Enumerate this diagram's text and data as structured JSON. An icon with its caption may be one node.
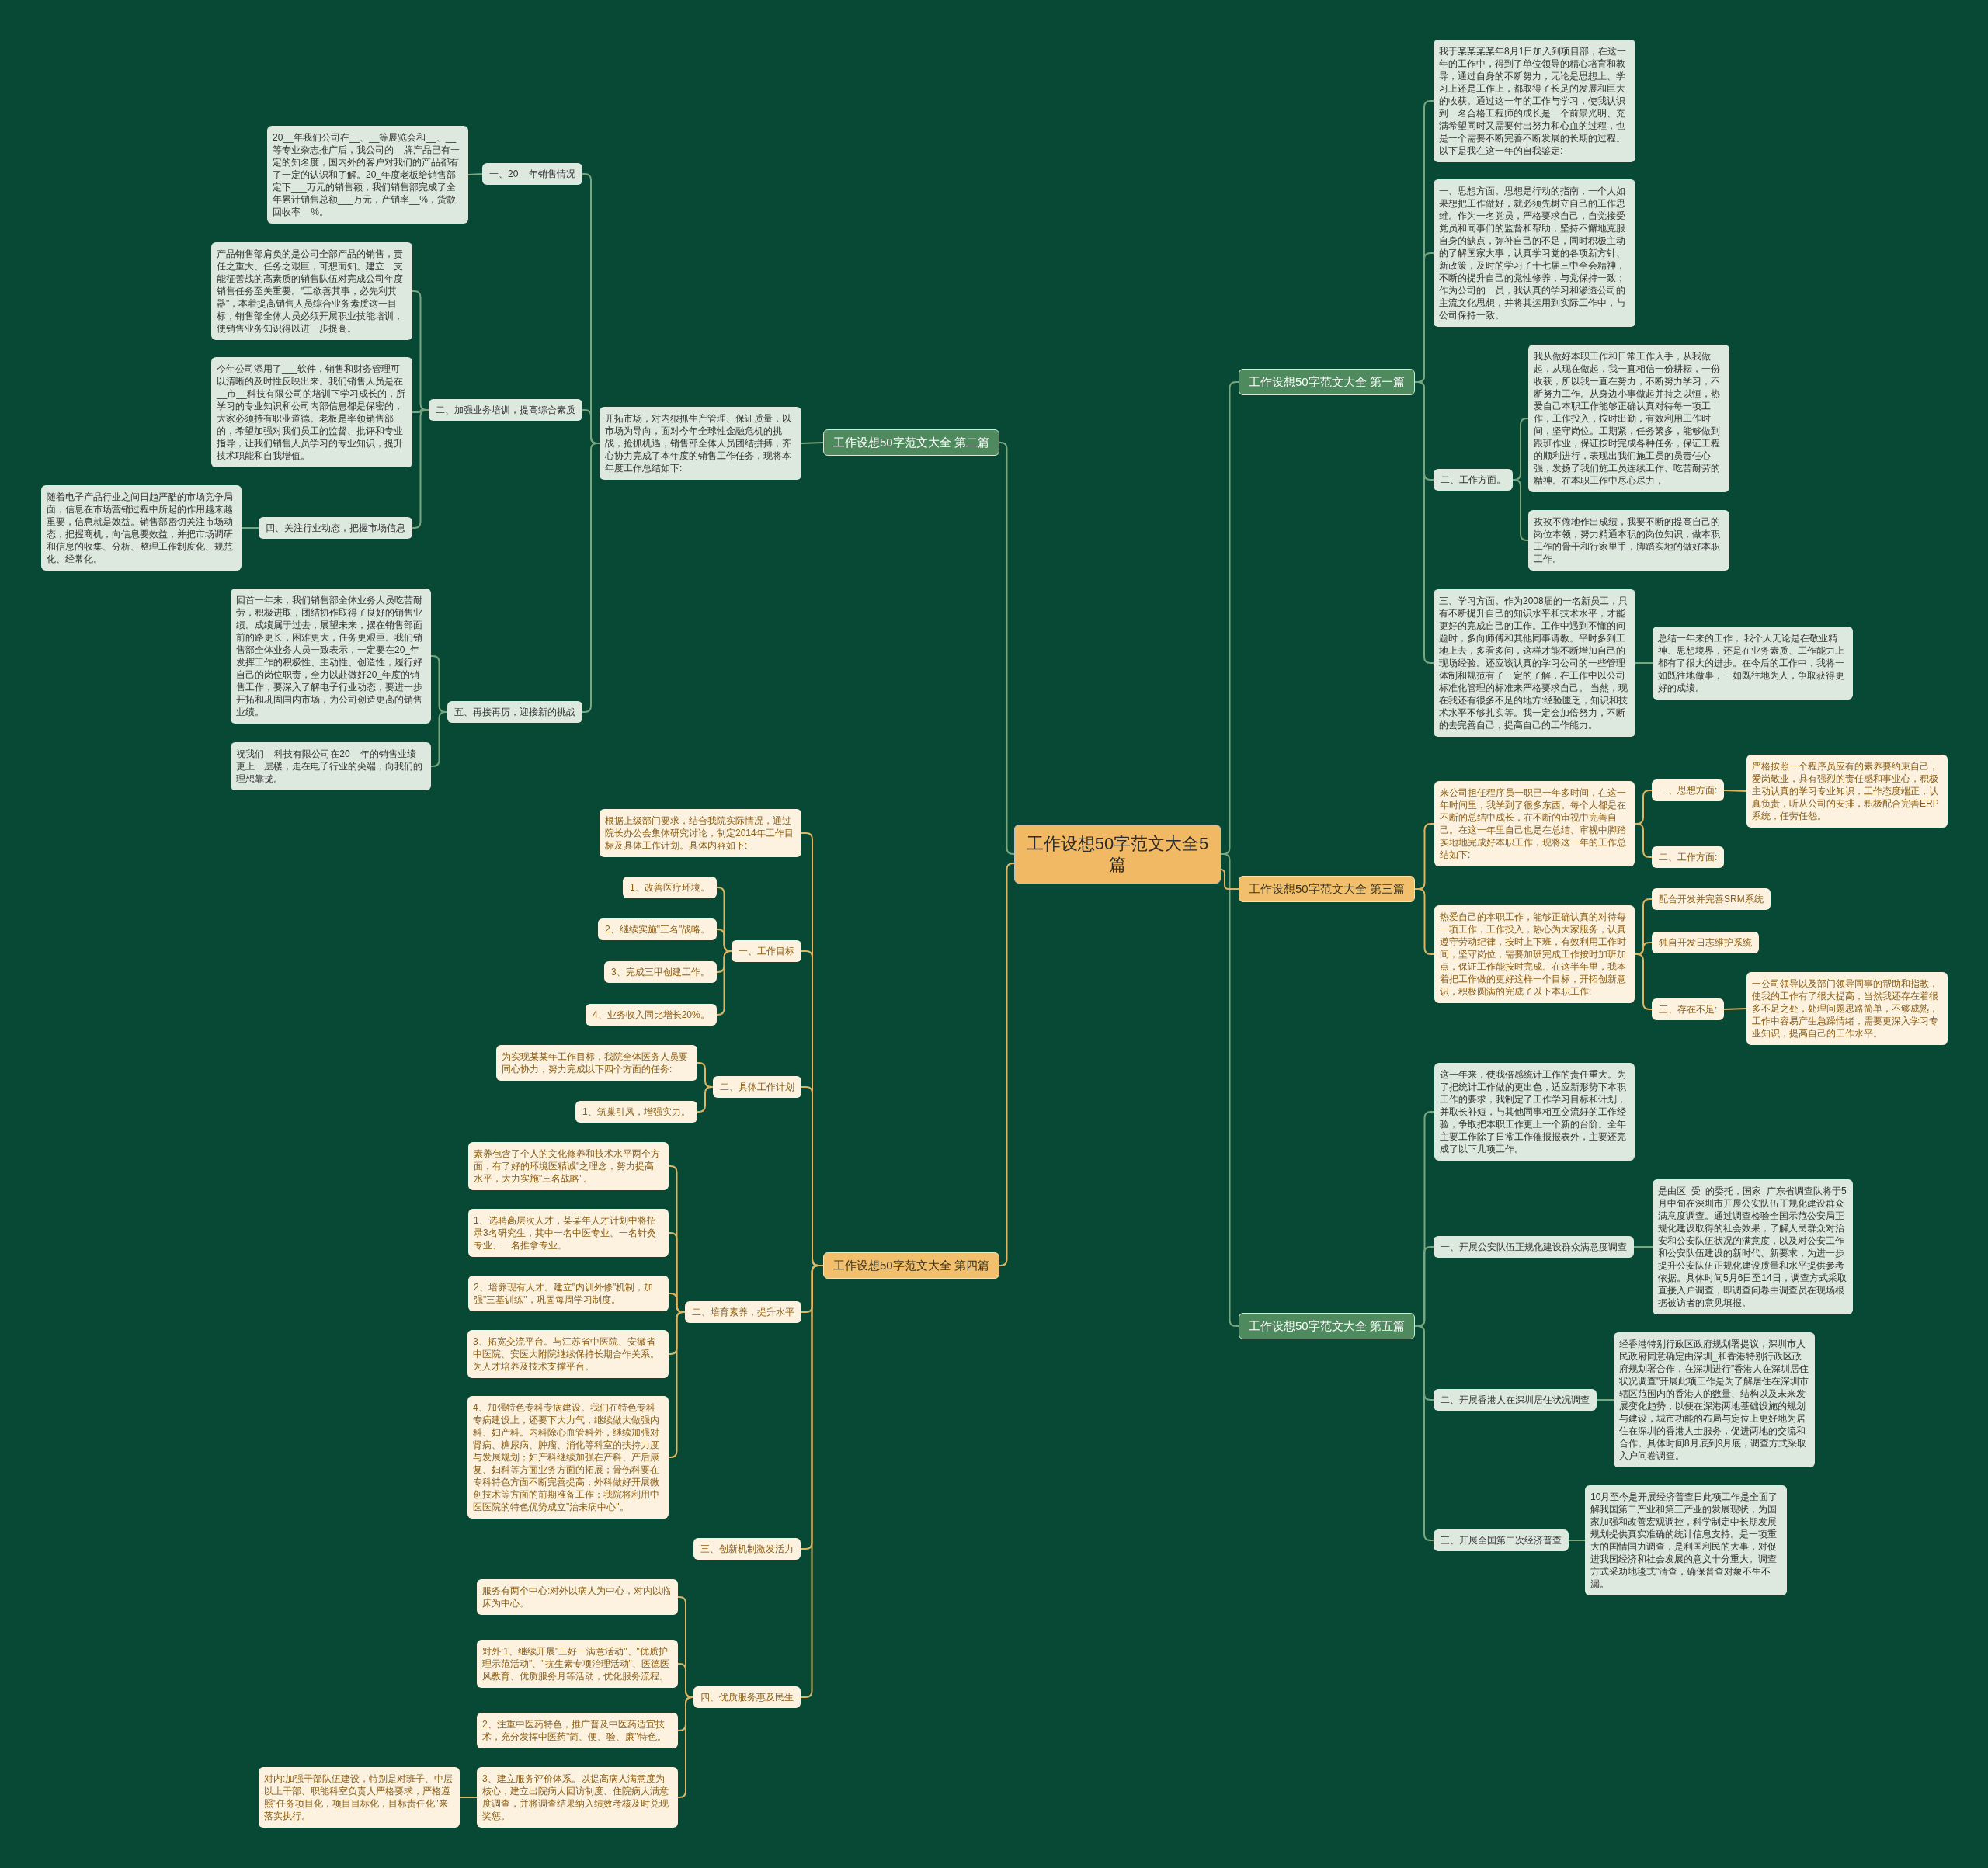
{
  "diagram": {
    "nodes": [
      {
        "text": [
          "工作设想50字范文大全5篇"
        ]
      },
      {
        "text": [
          "工作设想50字范文大全 第一篇"
        ]
      },
      {
        "text": [
          "我于某某某某年8月1日加入到项目部，在这一年的工作中，得到了单位领导的精心培育和教导，通过自身的不断努力，无论是思想上、学习上还是工作上，都取得了长足的发展和巨大的收获。通过这一年的工作与学习，使我认识到一名合格工程师的成长是一个前景光明、充满希望同时又需要付出努力和心血的过程，也是一个需要不断完善不断发展的长期的过程。以下是我在这一年的自我鉴定:"
        ]
      },
      {
        "text": [
          "一、思想方面。思想是行动的指南，一个人如果想把工作做好，就必须先树立自己的工作思维。作为一名党员，严格要求自己，自觉接受党员和同事们的监督和帮助，坚持不懈地克服自身的缺点，弥补自己的不足，同时积极主动的了解国家大事，认真学习党的各项新方针、新政策，及时的学习了十七届三中全会精神，不断的提升自己的党性修养，与党保持一致；作为公司的一员，我认真的学习和渗透公司的主流文化思想，并将其运用到实际工作中，与公司保持一致。"
        ]
      },
      {
        "text": [
          "二、工作方面。"
        ]
      },
      {
        "text": [
          "我从做好本职工作和日常工作入手，从我做起，从现在做起，我一直相信一份耕耘，一份收获，所以我一直在努力，不断努力学习，不断努力工作。从身边小事做起并持之以恒，热爱自己本职工作能够正确认真对待每一项工作，工作投入，按时出勤，有效利用工作时间，坚守岗位。工期紧，任务繁多，能够做到跟班作业，保证按时完成各种任务，保证工程的顺利进行，表现出我们施工员的员责任心强，发扬了我们施工员连续工作、吃苦耐劳的精神。在本职工作中尽心尽力，"
        ]
      },
      {
        "text": [
          "孜孜不倦地作出成绩，我要不断的提高自己的岗位本领，努力精通本职的岗位知识，做本职工作的骨干和行家里手，脚踏实地的做好本职工作。"
        ]
      },
      {
        "text": [
          "三、学习方面。作为2008届的一名新员工，只有不断提升自己的知识水平和技术水平，才能更好的完成自己的工作。工作中遇到不懂的问题时，多向师傅和其他同事请教。平时多到工地上去，多看多问，这样才能不断增加自己的现场经验。还应该认真的学习公司的一些管理体制和规范有了一定的了解，在工作中以公司标准化管理的标准来严格要求自己。 当然，现在我还有很多不足的地方:经验匮乏，知识和技术水平不够扎实等。我一定会加倍努力，不断的去完善自己，提高自己的工作能力。"
        ]
      },
      {
        "text": [
          "总结一年来的工作， 我个人无论是在敬业精神、思想境界，还是在业务素质、工作能力上都有了很大的进步。在今后的工作中，我将一如既往地做事，一如既往地为人，争取获得更好的成绩。"
        ]
      },
      {
        "text": [
          "工作设想50字范文大全 第二篇"
        ]
      },
      {
        "text": [
          "开拓市场，对内狠抓生产管理、保证质量，以市场为导向，面对今年全球性金融危机的挑战，抢抓机遇，销售部全体人员团结拼搏，齐心协力完成了本年度的销售工作任务，现将本年度工作总结如下:"
        ]
      },
      {
        "text": [
          "一、20__年销售情况"
        ]
      },
      {
        "text": [
          "20__年我们公司在__、__等展览会和__、__等专业杂志推广后，我公司的__牌产品已有一定的知名度，国内外的客户对我们的产品都有了一定的认识和了解。20_年度老板给销售部定下___万元的销售额，我们销售部完成了全年累计销售总额___万元，产销率__%，货款回收率__%。"
        ]
      },
      {
        "text": [
          "二、加强业务培训，提高综合素质"
        ]
      },
      {
        "text": [
          "产品销售部肩负的是公司全部产品的销售，责任之重大、任务之艰巨，可想而知。建立一支能征善战的高素质的销售队伍对完成公司年度销售任务至关重要。\"工欲善其事，必先利其器\"，本着提高销售人员综合业务素质这一目标，销售部全体人员必须开展职业技能培训，使销售业务知识得以进一步提高。"
        ]
      },
      {
        "text": [
          "今年公司添用了___软件，销售和财务管理可以清晰的及时性反映出来。我们销售人员是在__市__科技有限公司的培训下学习成长的，所学习的专业知识和公司内部信息都是保密的，大家必须持有职业道德。老板是率领销售部的，希望加强对我们员工的监督、批评和专业指导，让我们销售人员学习的专业知识，提升技术职能和自我增值。"
        ]
      },
      {
        "text": [
          "四、关注行业动态，把握市场信息"
        ]
      },
      {
        "text": [
          "随着电子产品行业之间日趋严酷的市场竞争局面，信息在市场营销过程中所起的作用越来越重要，信息就是效益。销售部密切关注市场动态，把握商机，向信息要效益，并把市场调研和信息的收集、分析、整理工作制度化、规范化、经常化。"
        ]
      },
      {
        "text": [
          "五、再接再厉，迎接新的挑战"
        ]
      },
      {
        "text": [
          "回首一年来，我们销售部全体业务人员吃苦耐劳，积极进取，团结协作取得了良好的销售业绩。成绩属于过去，展望未来，摆在销售部面前的路更长，困难更大，任务更艰巨。我们销售部全体业务人员一致表示，一定要在20_年发挥工作的积极性、主动性、创造性，履行好自己的岗位职责，全力以赴做好20_年度的销售工作，要深入了解电子行业动态，要进一步开拓和巩固国内市场，为公司创造更高的销售业绩。"
        ]
      },
      {
        "text": [
          "祝我们__科技有限公司在20__年的销售业绩更上一层楼，走在电子行业的尖端，向我们的理想靠拢。"
        ]
      },
      {
        "text": [
          "工作设想50字范文大全 第三篇"
        ]
      },
      {
        "text": [
          "来公司担任程序员一职已一年多时间，在这一年时间里，我学到了很多东西。每个人都是在不断的总结中成长，在不断的审视中完善自己。在这一年里自己也是在总结、审视中脚踏实地地完成好本职工作，现将这一年的工作总结如下:"
        ]
      },
      {
        "text": [
          "一、思想方面:"
        ]
      },
      {
        "text": [
          "严格按照一个程序员应有的素养要约束自己，爱岗敬业，具有强烈的责任感和事业心，积极主动认真的学习专业知识，工作态度端正，认真负责，听从公司的安排，积极配合完善ERP系统，任劳任怨。"
        ]
      },
      {
        "text": [
          "二、工作方面:"
        ]
      },
      {
        "text": [
          "热爱自己的本职工作，能够正确认真的对待每一项工作，工作投入，热心为大家服务，认真遵守劳动纪律，按时上下班，有效利用工作时间，坚守岗位，需要加班完成工作按时加班加点，保证工作能按时完成。在这半年里，我本着把工作做的更好这样一个目标，开拓创新意识，积极圆满的完成了以下本职工作:"
        ]
      },
      {
        "text": [
          "配合开发并完善SRM系统"
        ]
      },
      {
        "text": [
          "独自开发日志维护系统"
        ]
      },
      {
        "text": [
          "三、存在不足:"
        ]
      },
      {
        "text": [
          "一公司领导以及部门领导同事的帮助和指教，使我的工作有了很大提高，当然我还存在着很多不足之处，处理问题思路简单，不够成熟，工作中容易产生急躁情绪，需要更深入学习专业知识，提高自己的工作水平。"
        ]
      },
      {
        "text": [
          "工作设想50字范文大全 第五篇"
        ]
      },
      {
        "text": [
          "这一年来，使我倍感统计工作的责任重大。为了把统计工作做的更出色，适应新形势下本职工作的要求，我制定了工作学习目标和计划，并取长补短，与其他同事相互交流好的工作经验，争取把本职工作更上一个新的台阶。全年主要工作除了日常工作催报报表外，主要还完成了以下几项工作。"
        ]
      },
      {
        "text": [
          "一、开展公安队伍正规化建设群众满意度调查"
        ]
      },
      {
        "text": [
          "是由区_受_的委托，国家_广东省调查队将于5月中旬在深圳市开展公安队伍正规化建设群众满意度调查。通过调查检验全国示范公安局正规化建设取得的社会效果，了解人民群众对治安和公安队伍状况的满意度，以及对公安工作和公安队伍建设的新时代、新要求，为进一步提升公安队伍正规化建设质量和水平提供参考依据。具体时间5月6日至14日，调查方式采取直接入户调查，即调查问卷由调查员在现场根据被访者的意见填报。"
        ]
      },
      {
        "text": [
          "二、开展香港人在深圳居住状况调查"
        ]
      },
      {
        "text": [
          "经香港特别行政区政府规划署提议，深圳市人民政府同意确定由深圳_和香港特别行政区政府规划署合作，在深圳进行\"香港人在深圳居住状况调查\"开展此项工作是为了解居住在深圳市辖区范围内的香港人的数量、结构以及未来发展变化趋势，以便在深港两地基础设施的规划与建设，城市功能的布局与定位上更好地为居住在深圳的香港人士服务，促进两地的交流和合作。具体时间8月底到9月底，调查方式采取入户问卷调查。"
        ]
      },
      {
        "text": [
          "三、开展全国第二次经济普查"
        ]
      },
      {
        "text": [
          "10月至今是开展经济普查日此项工作是全面了解我国第二产业和第三产业的发展现状，为国家加强和改善宏观调控，科学制定中长期发展规划提供真实准确的统计信息支持。是一项重大的国情国力调查，是利国利民的大事，对促进我国经济和社会发展的意义十分重大。调查方式采劝地毯式\"清查，确保普查对象不生不漏。"
        ]
      },
      {
        "text": [
          "工作设想50字范文大全 第四篇"
        ]
      },
      {
        "text": [
          "根据上级部门要求，结合我院实际情况，通过院长办公会集体研究讨论，制定2014年工作目标及具体工作计划。具体内容如下:"
        ]
      },
      {
        "text": [
          "一、工作目标"
        ]
      },
      {
        "text": [
          "1、改善医疗环境。"
        ]
      },
      {
        "text": [
          "2、继续实施\"三名\"战略。"
        ]
      },
      {
        "text": [
          "3、完成三甲创建工作。"
        ]
      },
      {
        "text": [
          "4、业务收入同比增长20%。"
        ]
      },
      {
        "text": [
          "二、具体工作计划"
        ]
      },
      {
        "text": [
          "为实现某某年工作目标，我院全体医务人员要同心协力，努力完成以下四个方面的任务:"
        ]
      },
      {
        "text": [
          "1、筑巢引凤，增强实力。"
        ]
      },
      {
        "text": [
          "二、培育素养，提升水平"
        ]
      },
      {
        "text": [
          "素养包含了个人的文化修养和技术水平两个方面，有了好的环境医精诚\"之理念，努力提高水平，大力实施\"三名战略\"。"
        ]
      },
      {
        "text": [
          "1、选聘高层次人才，某某年人才计划中将招录3名研究生，其中一名中医专业、一名针灸专业、一名推拿专业。"
        ]
      },
      {
        "text": [
          "2、培养现有人才。建立\"内训外修\"机制，加强\"三基训练\"，巩固每周学习制度。"
        ]
      },
      {
        "text": [
          "3、拓宽交流平台。与江苏省中医院、安徽省中医院、安医大附院继续保持长期合作关系。为人才培养及技术支撑平台。"
        ]
      },
      {
        "text": [
          "4、加强特色专科专病建设。我们在特色专科专病建设上，还要下大力气，继续做大做强内科、妇产科。内科除心血管科外，继续加强对肾病、糖尿病、肿瘤、消化等科室的扶持力度与发展规划；妇产科继续加强在产科、产后康复、妇科等方面业务方面的拓展；骨伤科要在专科特色方面不断完善提高；外科做好开展微创技术等方面的前期准备工作；我院将利用中医医院的特色优势成立\"治未病中心\"。"
        ]
      },
      {
        "text": [
          "三、创新机制激发活力"
        ]
      },
      {
        "text": [
          "四、优质服务惠及民生"
        ]
      },
      {
        "text": [
          "服务有两个中心:对外以病人为中心，对内以临床为中心。"
        ]
      },
      {
        "text": [
          "对外:1、继续开展\"三好一满意活动\"、\"优质护理示范活动\"、\"抗生素专项治理活动\"、医德医风教育、优质服务月等活动，优化服务流程。"
        ]
      },
      {
        "text": [
          "2、注重中医药特色，推广普及中医药适宜技术，充分发挥中医药\"简、便、验、廉\"特色。"
        ]
      },
      {
        "text": [
          "3、建立服务评价体系。以提高病人满意度为核心，建立出院病人回访制度、住院病人满意度调查，并将调查结果纳入绩效考核及时兑现奖惩。"
        ]
      },
      {
        "text": [
          "对内:加强干部队伍建设，特别是对班子、中层以上干部、职能科室负责人严格要求，严格遵照\"任务项目化，项目目标化，目标责任化\"来落实执行。"
        ]
      }
    ],
    "edges": [
      {
        "from": 0,
        "to": 1,
        "arrow": "none",
        "color": "#7aa67f"
      },
      {
        "from": 1,
        "to": 2,
        "arrow": "none",
        "color": "#7aa67f"
      },
      {
        "from": 1,
        "to": 3,
        "arrow": "none",
        "color": "#7aa67f"
      },
      {
        "from": 1,
        "to": 4,
        "arrow": "none",
        "color": "#7aa67f"
      },
      {
        "from": 4,
        "to": 5,
        "arrow": "none",
        "color": "#7aa67f"
      },
      {
        "from": 4,
        "to": 6,
        "arrow": "none",
        "color": "#7aa67f"
      },
      {
        "from": 1,
        "to": 7,
        "arrow": "none",
        "color": "#7aa67f"
      },
      {
        "from": 7,
        "to": 8,
        "arrow": "none",
        "color": "#7aa67f"
      },
      {
        "from": 0,
        "to": 9,
        "arrow": "none",
        "color": "#7aa67f"
      },
      {
        "from": 9,
        "to": 10,
        "arrow": "none",
        "color": "#7aa67f"
      },
      {
        "from": 10,
        "to": 11,
        "arrow": "none",
        "color": "#7aa67f"
      },
      {
        "from": 11,
        "to": 12,
        "arrow": "none",
        "color": "#7aa67f"
      },
      {
        "from": 10,
        "to": 13,
        "arrow": "none",
        "color": "#7aa67f"
      },
      {
        "from": 13,
        "to": 14,
        "arrow": "none",
        "color": "#7aa67f"
      },
      {
        "from": 13,
        "to": 15,
        "arrow": "none",
        "color": "#7aa67f"
      },
      {
        "from": 13,
        "to": 16,
        "arrow": "none",
        "color": "#7aa67f"
      },
      {
        "from": 16,
        "to": 17,
        "arrow": "none",
        "color": "#7aa67f"
      },
      {
        "from": 10,
        "to": 18,
        "arrow": "none",
        "color": "#7aa67f"
      },
      {
        "from": 18,
        "to": 19,
        "arrow": "none",
        "color": "#7aa67f"
      },
      {
        "from": 18,
        "to": 20,
        "arrow": "none",
        "color": "#7aa67f"
      },
      {
        "from": 0,
        "to": 21,
        "arrow": "none"
      },
      {
        "from": 21,
        "to": 22,
        "arrow": "none"
      },
      {
        "from": 22,
        "to": 23,
        "arrow": "none"
      },
      {
        "from": 23,
        "to": 24,
        "arrow": "none"
      },
      {
        "from": 22,
        "to": 25,
        "arrow": "none"
      },
      {
        "from": 21,
        "to": 26,
        "arrow": "none"
      },
      {
        "from": 26,
        "to": 27,
        "arrow": "none"
      },
      {
        "from": 26,
        "to": 28,
        "arrow": "none"
      },
      {
        "from": 26,
        "to": 29,
        "arrow": "none"
      },
      {
        "from": 29,
        "to": 30,
        "arrow": "none"
      },
      {
        "from": 0,
        "to": 31,
        "arrow": "none",
        "color": "#7aa67f"
      },
      {
        "from": 31,
        "to": 32,
        "arrow": "none",
        "color": "#7aa67f"
      },
      {
        "from": 31,
        "to": 33,
        "arrow": "none",
        "color": "#7aa67f"
      },
      {
        "from": 33,
        "to": 34,
        "arrow": "none",
        "color": "#7aa67f"
      },
      {
        "from": 31,
        "to": 35,
        "arrow": "none",
        "color": "#7aa67f"
      },
      {
        "from": 35,
        "to": 36,
        "arrow": "none",
        "color": "#7aa67f"
      },
      {
        "from": 31,
        "to": 37,
        "arrow": "none",
        "color": "#7aa67f"
      },
      {
        "from": 37,
        "to": 38,
        "arrow": "none",
        "color": "#7aa67f"
      },
      {
        "from": 0,
        "to": 39,
        "arrow": "none"
      },
      {
        "from": 39,
        "to": 40,
        "arrow": "none"
      },
      {
        "from": 39,
        "to": 41,
        "arrow": "none"
      },
      {
        "from": 41,
        "to": 42,
        "arrow": "none"
      },
      {
        "from": 41,
        "to": 43,
        "arrow": "none"
      },
      {
        "from": 41,
        "to": 44,
        "arrow": "none"
      },
      {
        "from": 41,
        "to": 45,
        "arrow": "none"
      },
      {
        "from": 39,
        "to": 46,
        "arrow": "none"
      },
      {
        "from": 46,
        "to": 47,
        "arrow": "none"
      },
      {
        "from": 46,
        "to": 48,
        "arrow": "none"
      },
      {
        "from": 39,
        "to": 49,
        "arrow": "none"
      },
      {
        "from": 49,
        "to": 50,
        "arrow": "none"
      },
      {
        "from": 49,
        "to": 51,
        "arrow": "none"
      },
      {
        "from": 49,
        "to": 52,
        "arrow": "none"
      },
      {
        "from": 49,
        "to": 53,
        "arrow": "none"
      },
      {
        "from": 49,
        "to": 54,
        "arrow": "none"
      },
      {
        "from": 39,
        "to": 55,
        "arrow": "none"
      },
      {
        "from": 39,
        "to": 56,
        "arrow": "none"
      },
      {
        "from": 56,
        "to": 57,
        "arrow": "none"
      },
      {
        "from": 56,
        "to": 58,
        "arrow": "none"
      },
      {
        "from": 56,
        "to": 59,
        "arrow": "none"
      },
      {
        "from": 56,
        "to": 60,
        "arrow": "none"
      },
      {
        "from": 60,
        "to": 61,
        "arrow": "none"
      }
    ]
  }
}
